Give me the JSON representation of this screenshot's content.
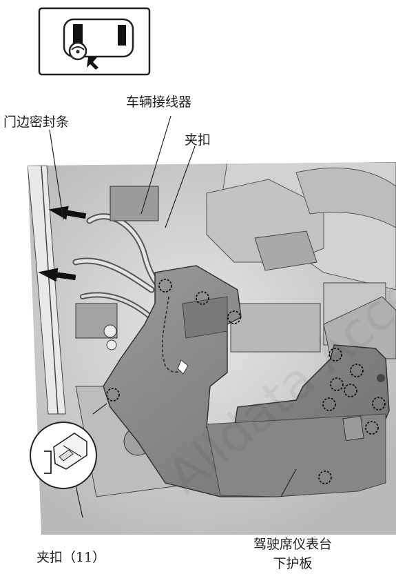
{
  "labels": {
    "vehicle_connector": "车辆接线器",
    "door_seal": "门边密封条",
    "clip": "夹扣",
    "clip_11": "夹扣（11）",
    "panel_line1": "驾驶席仪表台",
    "panel_line2": "下护板"
  },
  "watermark": "Alldata Access",
  "colors": {
    "panel": "#8a8a8a",
    "engine_bay": "#c8c8c8",
    "line": "#222222"
  }
}
